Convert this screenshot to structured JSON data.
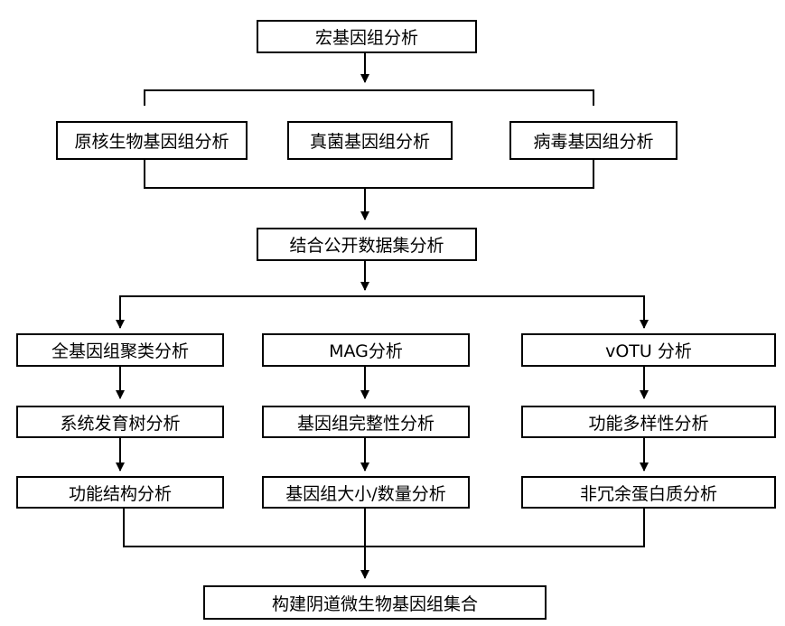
{
  "top": {
    "label": "宏基因组分析"
  },
  "level2": [
    {
      "label": "原核生物基因组分析"
    },
    {
      "label": "真菌基因组分析"
    },
    {
      "label": "病毒基因组分析"
    }
  ],
  "integrate": {
    "label": "结合公开数据集分析"
  },
  "columns": [
    {
      "items": [
        "全基因组聚类分析",
        "系统发育树分析",
        "功能结构分析"
      ]
    },
    {
      "items": [
        "MAG分析",
        "基因组完整性分析",
        "基因组大小/数量分析"
      ]
    },
    {
      "items": [
        "vOTU 分析",
        "功能多样性分析",
        "非冗余蛋白质分析"
      ]
    }
  ],
  "final": {
    "label": "构建阴道微生物基因组集合"
  }
}
